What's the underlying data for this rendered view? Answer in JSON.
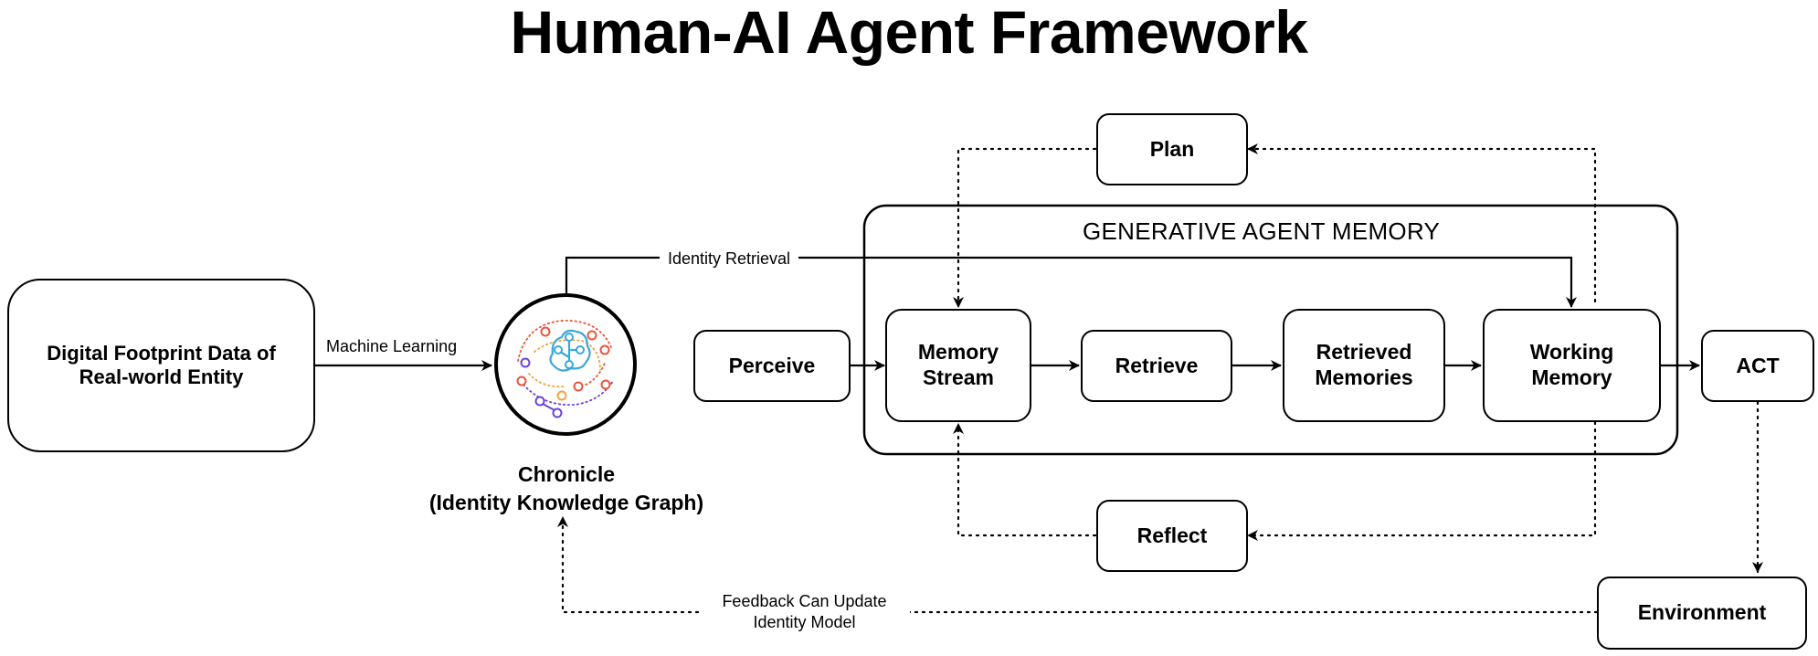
{
  "title": "Human-AI Agent Framework",
  "container": {
    "title": "GENERATIVE AGENT MEMORY"
  },
  "nodes": {
    "digital_footprint": "Digital Footprint Data of\nReal-world Entity",
    "perceive": "Perceive",
    "memory_stream": "Memory\nStream",
    "retrieve": "Retrieve",
    "retrieved_memories": "Retrieved\nMemories",
    "working_memory": "Working\nMemory",
    "act": "ACT",
    "plan": "Plan",
    "reflect": "Reflect",
    "environment": "Environment"
  },
  "chronicle": {
    "line1": "Chronicle",
    "line2": "(Identity Knowledge Graph)"
  },
  "edge_labels": {
    "machine_learning": "Machine Learning",
    "identity_retrieval": "Identity Retrieval",
    "feedback": "Feedback Can Update\nIdentity Model"
  },
  "icons": {
    "knowledge_graph": "knowledge-graph-icon",
    "brain": "brain-circuit-icon"
  },
  "colors": {
    "ink": "#000000",
    "icon_blue": "#3aa8d8",
    "icon_red": "#e8553a",
    "icon_orange": "#f2a23a",
    "icon_purple": "#6a45d8"
  }
}
